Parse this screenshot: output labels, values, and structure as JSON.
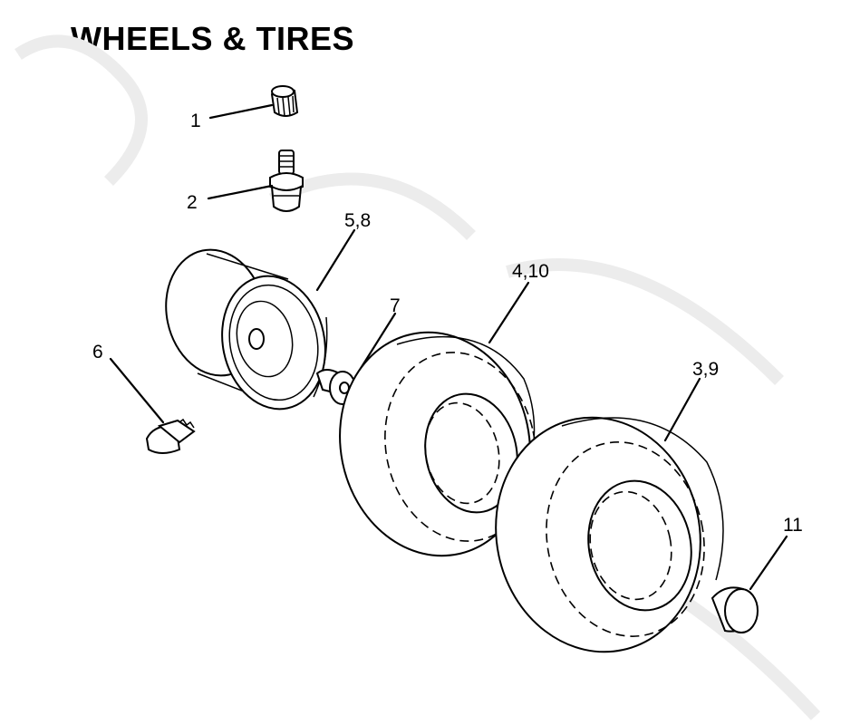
{
  "title": "WHEELS & TIRES",
  "callouts": {
    "c1": "1",
    "c2": "2",
    "c58": "5,8",
    "c7": "7",
    "c410": "4,10",
    "c6": "6",
    "c39": "3,9",
    "c11": "11"
  },
  "parts": [
    {
      "callout": "1",
      "name": "valve-cap"
    },
    {
      "callout": "2",
      "name": "valve-stem"
    },
    {
      "callout": "3,9",
      "name": "tire"
    },
    {
      "callout": "4,10",
      "name": "tire"
    },
    {
      "callout": "5,8",
      "name": "rim"
    },
    {
      "callout": "6",
      "name": "grease-fitting"
    },
    {
      "callout": "7",
      "name": "bushing"
    },
    {
      "callout": "11",
      "name": "cap"
    }
  ]
}
